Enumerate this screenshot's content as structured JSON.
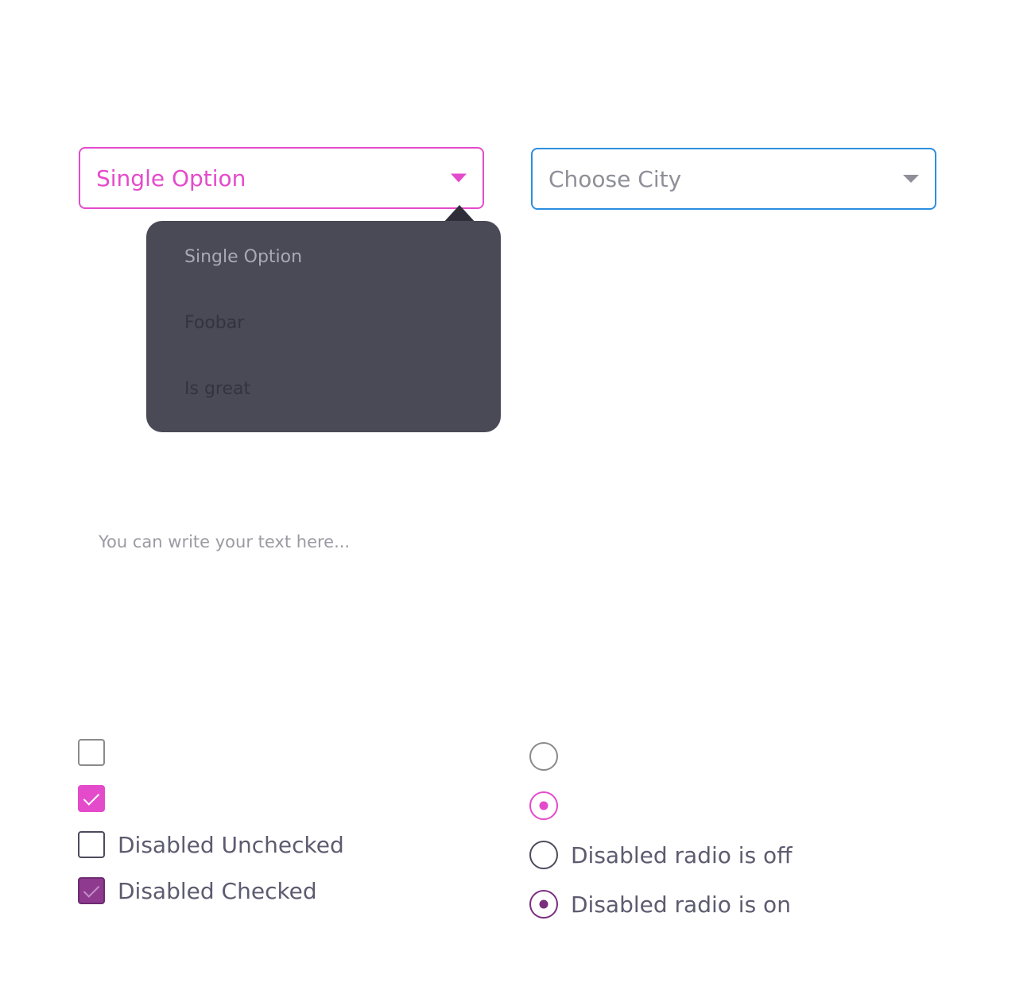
{
  "selects": {
    "single": {
      "value": "Single Option"
    },
    "city": {
      "placeholder": "Choose City"
    }
  },
  "dropdown": {
    "items": [
      {
        "label": "Single Option"
      },
      {
        "label": "Foobar"
      },
      {
        "label": "Is great"
      }
    ]
  },
  "textarea": {
    "placeholder": "You can write your text here..."
  },
  "checkboxes": {
    "disabled_unchecked": "Disabled Unchecked",
    "disabled_checked": "Disabled Checked"
  },
  "radios": {
    "disabled_off": "Disabled radio is off",
    "disabled_on": "Disabled radio is on"
  },
  "colors": {
    "accent": "#e44bcb",
    "focus_blue": "#2b8fe0",
    "menu_background": "#4a4956",
    "disabled_checked": "#8d3a8f"
  }
}
